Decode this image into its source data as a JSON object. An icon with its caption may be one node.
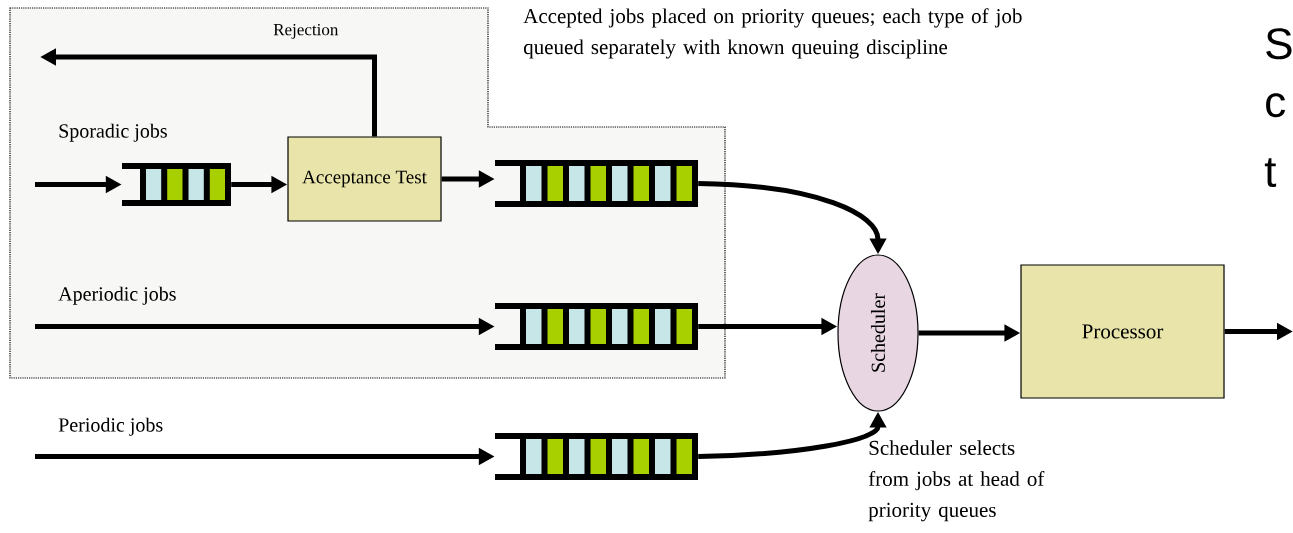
{
  "diagram": {
    "nodes": [
      {
        "text": [],
        "shape": "box"
      },
      {
        "text": [],
        "shape": "queue",
        "in": 0
      },
      {
        "text": [
          "Acceptance Test"
        ],
        "in": 0
      },
      {
        "text": [],
        "shape": "queue",
        "in": 0
      },
      {
        "text": [],
        "shape": "queue",
        "in": 0
      },
      {
        "text": [],
        "shape": "queue"
      },
      {
        "text": [
          "Scheduler"
        ]
      },
      {
        "text": [
          "Processor"
        ]
      }
    ],
    "edges": [
      {
        "from": null,
        "to": 1,
        "arrow": "to",
        "label": "Sporadic jobs"
      },
      {
        "from": 1,
        "to": 2,
        "arrow": "to"
      },
      {
        "from": 2,
        "to": null,
        "arrow": "to",
        "label": "Rejection"
      },
      {
        "from": 2,
        "to": 3,
        "arrow": "to"
      },
      {
        "from": null,
        "to": 4,
        "arrow": "to",
        "label": "Aperiodic jobs"
      },
      {
        "from": null,
        "to": 5,
        "arrow": "to",
        "label": "Periodic jobs"
      },
      {
        "from": 3,
        "to": 6,
        "arrow": "to"
      },
      {
        "from": 4,
        "to": 6,
        "arrow": "to"
      },
      {
        "from": 5,
        "to": 6,
        "arrow": "to"
      },
      {
        "from": 6,
        "to": 7,
        "arrow": "to"
      },
      {
        "from": 7,
        "to": null,
        "arrow": "to"
      }
    ],
    "labels": [
      "Accepted jobs placed on priority queues; each type of job queued separately with known queuing discipline",
      "Scheduler selects from jobs at head of priority queues",
      "S",
      "c",
      "t"
    ]
  }
}
